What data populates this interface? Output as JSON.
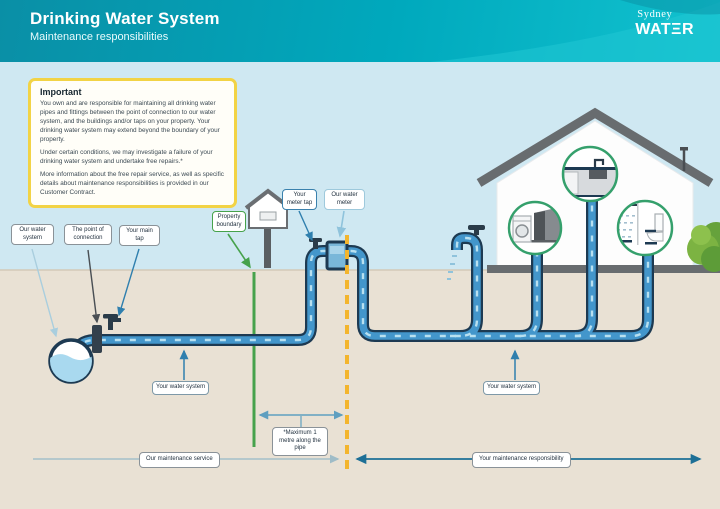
{
  "header": {
    "title": "Drinking Water System",
    "subtitle": "Maintenance responsibilities",
    "logo_top": "Sydney",
    "logo_word": "WATΞR"
  },
  "important": {
    "title": "Important",
    "p1": "You own and are responsible for maintaining all drinking water pipes and fittings between the point of connection to our water system, and the buildings and/or taps on your property. Your drinking water system may extend beyond the boundary of your property.",
    "p2": "Under certain conditions, we may investigate a failure of your drinking water system and undertake free repairs.*",
    "p3": "More information about the free repair service, as well as specific details about maintenance responsibilities is provided in our Customer Contract."
  },
  "labels": {
    "our_water_system": "Our water system",
    "point_of_connection": "The point of connection",
    "your_main_tap": "Your main tap",
    "property_boundary": "Property boundary",
    "your_meter_tap": "Your meter tap",
    "our_water_meter": "Our water meter",
    "your_water_system_left": "Your water system",
    "your_water_system_right": "Your water system",
    "maximum_note": "*Maximum 1 metre along the pipe",
    "our_maintenance": "Our maintenance service",
    "your_maintenance": "Your maintenance responsibility"
  },
  "colors": {
    "header_teal": "#00a9bd",
    "pipe_outline": "#1d3a52",
    "pipe_fill": "#4396cb",
    "boundary_green": "#46a24c",
    "meter_boundary_yellow": "#f3b52e",
    "important_border_yellow": "#f2d345",
    "circle_green": "#35a06c"
  }
}
